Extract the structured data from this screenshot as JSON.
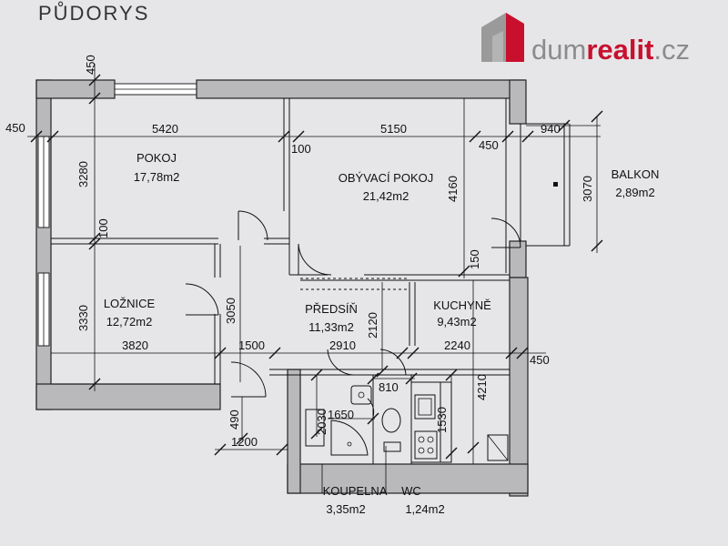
{
  "title": "PŮDORYS",
  "logo": {
    "part1": "dum",
    "part2": "realit",
    "part3": ".cz",
    "color_red": "#c8102e",
    "color_grey": "#8c8c8c"
  },
  "rooms": {
    "pokoj": {
      "name": "POKOJ",
      "area": "17,78m2"
    },
    "obyvaci": {
      "name": "OBÝVACÍ POKOJ",
      "area": "21,42m2"
    },
    "balkon": {
      "name": "BALKON",
      "area": "2,89m2"
    },
    "loznice": {
      "name": "LOŽNICE",
      "area": "12,72m2"
    },
    "predsin": {
      "name": "PŘEDSÍŇ",
      "area": "11,33m2"
    },
    "kuchyne": {
      "name": "KUCHYNĚ",
      "area": "9,43m2"
    },
    "koupelna": {
      "name": "KOUPELNA",
      "area": "3,35m2"
    },
    "wc": {
      "name": "WC",
      "area": "1,24m2"
    }
  },
  "dimensions": {
    "d450_top": "450",
    "d450_left": "450",
    "d5420": "5420",
    "d5150": "5150",
    "d450_mid": "450",
    "d940": "940",
    "d3280": "3280",
    "d100_a": "100",
    "d100_b": "100",
    "d4160": "4160",
    "d3070": "3070",
    "d150": "150",
    "d3330": "3330",
    "d3050": "3050",
    "d2120": "2120",
    "d3820": "3820",
    "d1500": "1500",
    "d2910": "2910",
    "d2240": "2240",
    "d450_right": "450",
    "d810": "810",
    "d1530": "1530",
    "d4210": "4210",
    "d2030": "2030",
    "d1650": "1650",
    "d490": "490",
    "d1200": "1200"
  }
}
